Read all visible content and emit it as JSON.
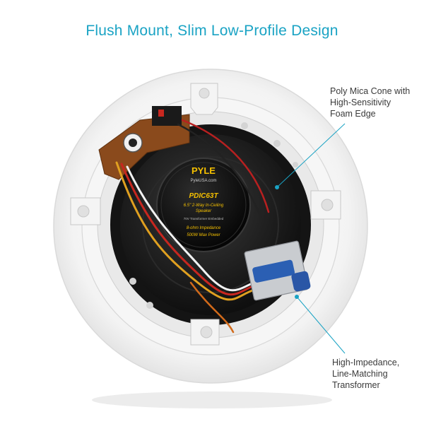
{
  "headline": "Flush Mount, Slim Low-Profile Design",
  "callouts": {
    "cone": [
      "Poly Mica Cone with",
      "High-Sensitivity",
      "Foam Edge"
    ],
    "transformer": [
      "High-Impedance,",
      "Line-Matching",
      "Transformer"
    ]
  },
  "speaker_label": {
    "brand": "PYLE",
    "site": "PyleUSA.com",
    "model": "PDIC63T",
    "desc": [
      "6.5\" 2-Way In-Ceiling",
      "Speaker"
    ],
    "small": "70V Transformer Embedded",
    "impedance": "8-ohm Impedance",
    "power": "500W Max Power"
  },
  "colors": {
    "accent": "#1aa3c4",
    "frame": "#f2f2f2",
    "cone": "#1c1c1c",
    "pcb": "#8a4a1c",
    "transformer_blue": "#2b5fb3"
  }
}
